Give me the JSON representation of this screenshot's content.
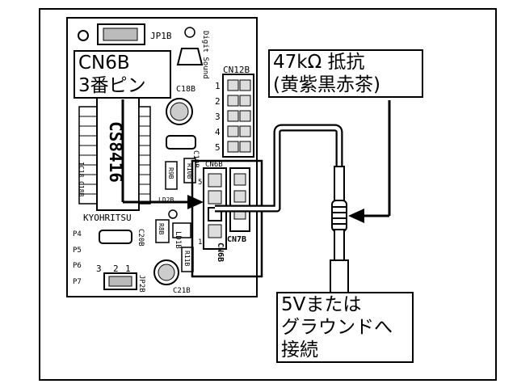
{
  "callouts": {
    "cn6b": {
      "line1": "CN6B",
      "line2": "3番ピン"
    },
    "resistor": {
      "line1": "47kΩ 抵抗",
      "line2": "(黄紫黒赤茶)"
    },
    "ground": {
      "line1": "5Vまたは",
      "line2": "グラウンドへ",
      "line3": "接続"
    }
  },
  "board": {
    "chip": "CS8416",
    "maker": "KYOHRITSU",
    "jp1b": "JP1B",
    "jp2b": "JP2B",
    "cn12b": "CN12B",
    "cn7b": "CN7B",
    "cn6b": "CN6B",
    "cn6b_top": "CN6B",
    "c18b": "C18B",
    "c19b": "C19B",
    "c20b": "C20B",
    "c21b": "C21B",
    "r9b": "R9B",
    "r10b": "R10B",
    "r8b": "R8B",
    "r11b": "R11B",
    "ld1b": "LD1B",
    "ld2b": "LD2B",
    "digit_sound": "Digit Sound",
    "ic_side": "IC18 C18B",
    "p4": "P4",
    "p5": "P5",
    "p6": "P6",
    "p7": "P7",
    "pin_3": "3",
    "pin_2": "2",
    "pin_1": "1",
    "cn12_pins": [
      "1",
      "2",
      "3",
      "4",
      "5"
    ],
    "cn6_pins": [
      "5",
      "1"
    ]
  },
  "colors": {
    "ink": "#000000",
    "paper": "#ffffff",
    "gray": "#c8c8c8"
  }
}
